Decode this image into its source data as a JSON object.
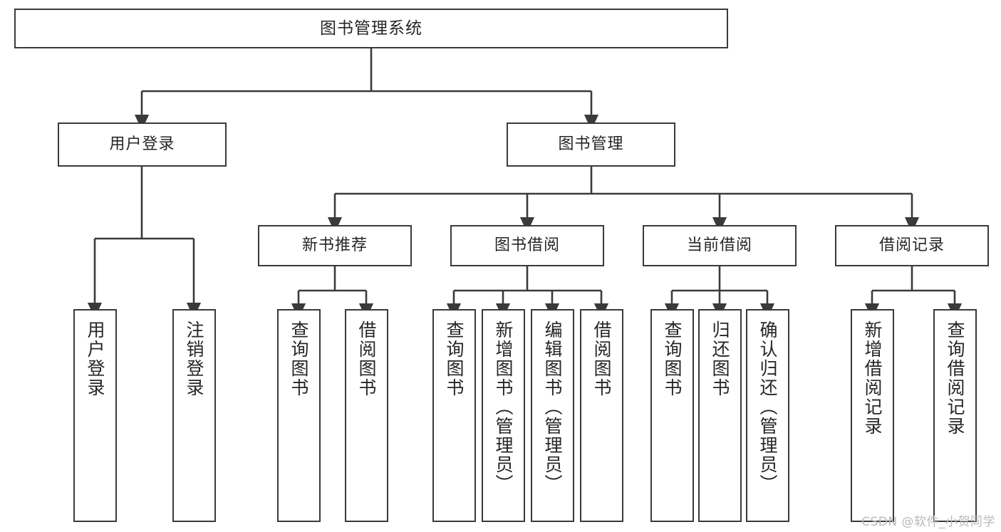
{
  "diagram": {
    "title": "图书管理系统",
    "type": "functional-structure-tree",
    "orientation": "top-down",
    "levels": 4,
    "colors": {
      "box_border": "#3a3a3a",
      "box_fill": "#ffffff",
      "edge": "#3a3a3a",
      "text": "#262626",
      "watermark": "#b9b9b9",
      "background": "#ffffff"
    }
  },
  "root": {
    "label": "图书管理系统"
  },
  "level2": [
    {
      "id": "user-login",
      "label": "用户登录"
    },
    {
      "id": "book-management",
      "label": "图书管理"
    }
  ],
  "level3": [
    {
      "id": "new-book-recommend",
      "label": "新书推荐",
      "parent": "book-management"
    },
    {
      "id": "book-borrow",
      "label": "图书借阅",
      "parent": "book-management"
    },
    {
      "id": "current-borrow",
      "label": "当前借阅",
      "parent": "book-management"
    },
    {
      "id": "borrow-record",
      "label": "借阅记录",
      "parent": "book-management"
    }
  ],
  "leaves": {
    "user_login": [
      {
        "id": "leaf-user-login",
        "label": "用户登录"
      },
      {
        "id": "leaf-user-logout",
        "label": "注销登录"
      }
    ],
    "new_book_recommend": [
      {
        "id": "leaf-query-book-1",
        "label": "查询图书"
      },
      {
        "id": "leaf-borrow-book-1",
        "label": "借阅图书"
      }
    ],
    "book_borrow": [
      {
        "id": "leaf-query-book-2",
        "label": "查询图书"
      },
      {
        "id": "leaf-add-book",
        "label": "新增图书（管理员）"
      },
      {
        "id": "leaf-edit-book",
        "label": "编辑图书（管理员）"
      },
      {
        "id": "leaf-borrow-book-2",
        "label": "借阅图书"
      }
    ],
    "current_borrow": [
      {
        "id": "leaf-query-book-3",
        "label": "查询图书"
      },
      {
        "id": "leaf-return-book",
        "label": "归还图书"
      },
      {
        "id": "leaf-confirm-return",
        "label": "确认归还（管理员）"
      }
    ],
    "borrow_record": [
      {
        "id": "leaf-add-record",
        "label": "新增借阅记录"
      },
      {
        "id": "leaf-query-record",
        "label": "查询借阅记录"
      }
    ]
  },
  "watermark": {
    "text": "CSDN @软件_小贺同学"
  }
}
